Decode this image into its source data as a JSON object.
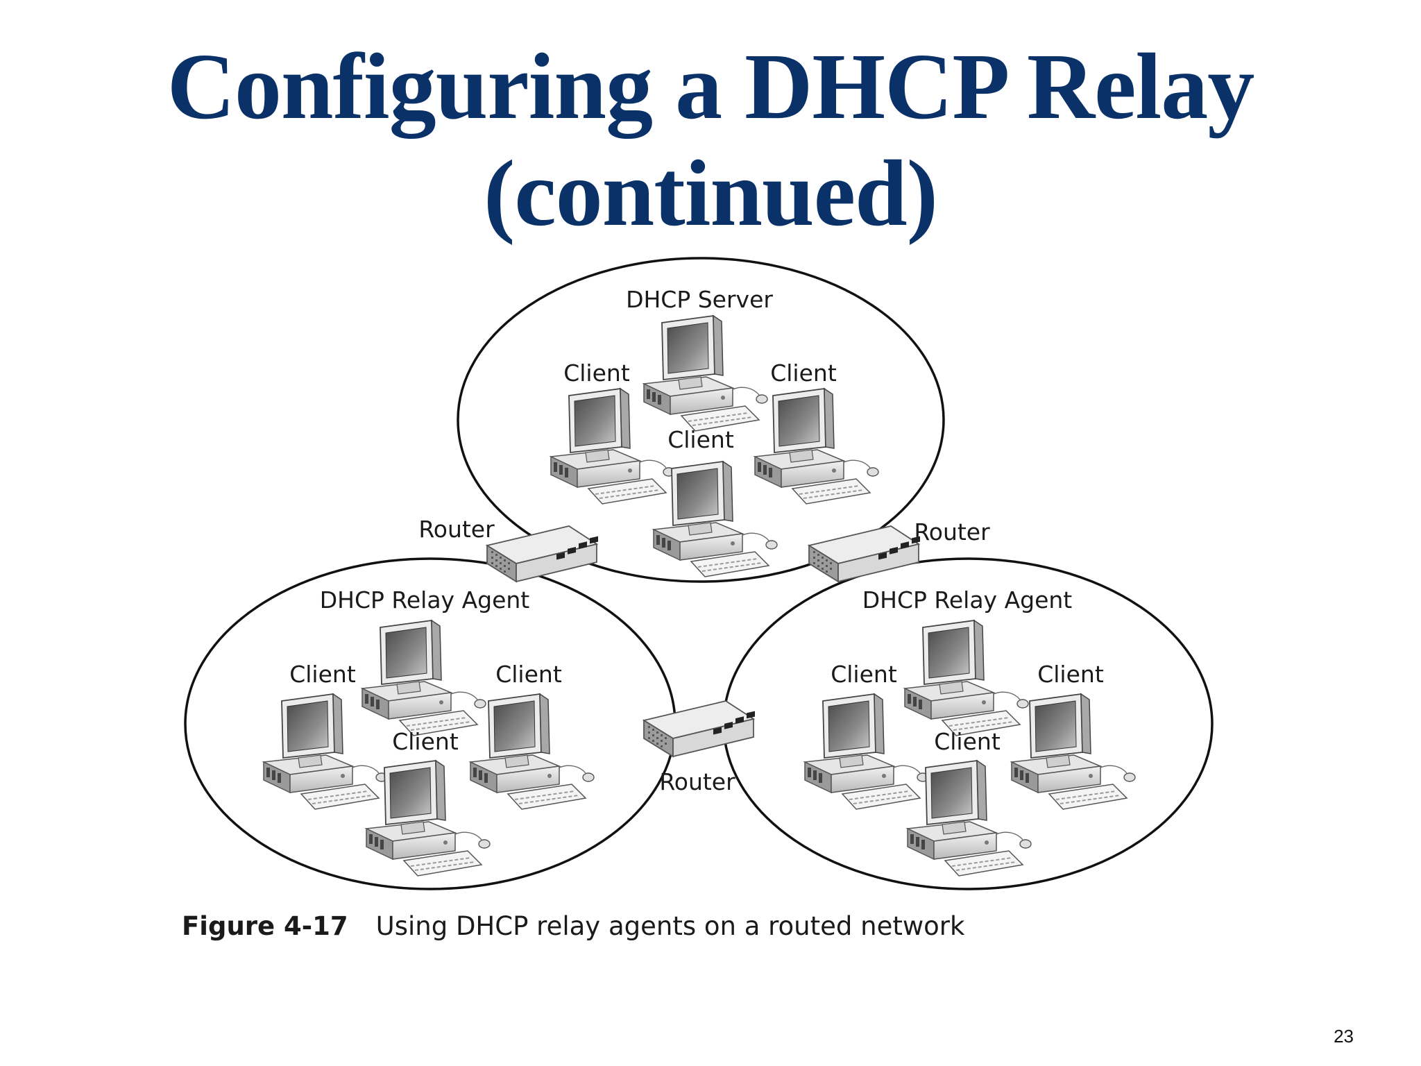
{
  "slide": {
    "title_line1": "Configuring a DHCP Relay",
    "title_line2": "(continued)",
    "page_number": "23"
  },
  "diagram": {
    "top_network": {
      "server_label": "DHCP Server",
      "client_labels": [
        "Client",
        "Client",
        "Client"
      ]
    },
    "left_network": {
      "agent_label": "DHCP Relay Agent",
      "client_labels": [
        "Client",
        "Client",
        "Client"
      ]
    },
    "right_network": {
      "agent_label": "DHCP Relay Agent",
      "client_labels": [
        "Client",
        "Client",
        "Client"
      ]
    },
    "routers": {
      "left_label": "Router",
      "right_label": "Router",
      "bottom_label": "Router"
    }
  },
  "caption": {
    "figure_number": "Figure 4-17",
    "text": "Using DHCP relay agents on a routed network"
  }
}
